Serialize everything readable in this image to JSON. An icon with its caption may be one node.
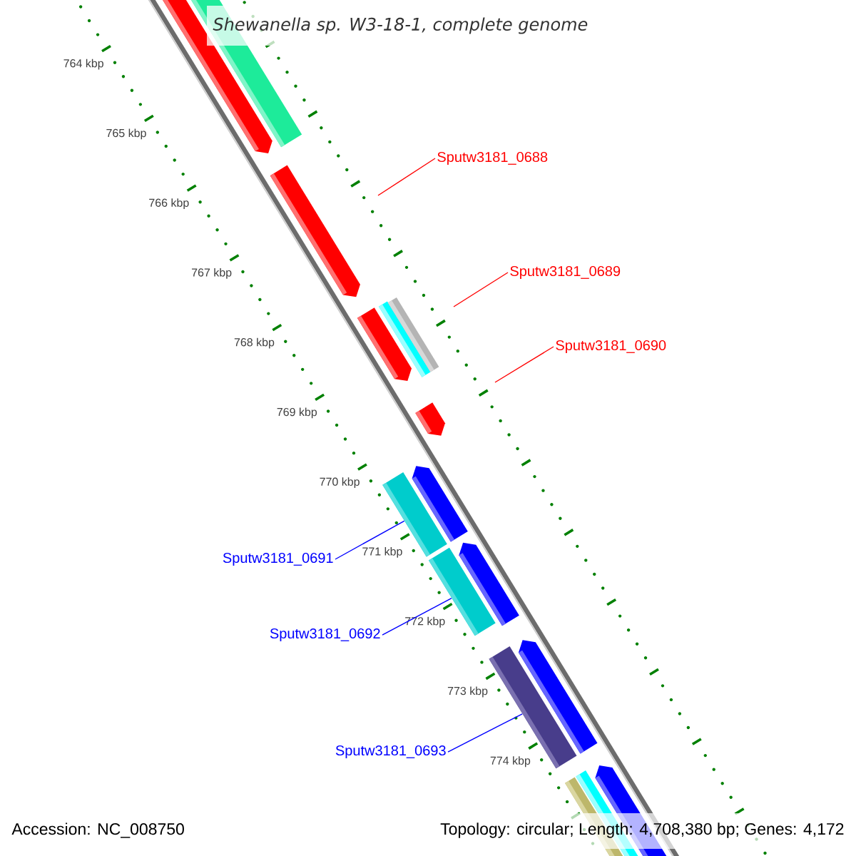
{
  "diagram": {
    "title": "Shewanella sp. W3-18-1, complete genome",
    "nodes": [
      {
        "text": [
          "Sputw3181_0688"
        ]
      },
      {
        "text": [
          "Sputw3181_0689"
        ]
      },
      {
        "text": [
          "Sputw3181_0690"
        ]
      },
      {
        "text": [
          "Sputw3181_0691"
        ]
      },
      {
        "text": [
          "Sputw3181_0692"
        ]
      },
      {
        "text": [
          "Sputw3181_0693"
        ]
      },
      {
        "text": [],
        "shape": "bar"
      },
      {
        "text": [],
        "shape": "bar"
      },
      {
        "text": [],
        "shape": "bar"
      }
    ],
    "edges": [
      {
        "from": 0,
        "to": null,
        "arrow": "none",
        "color": "#ff0000"
      },
      {
        "from": 1,
        "to": null,
        "arrow": "none",
        "color": "#ff0000"
      },
      {
        "from": 2,
        "to": null,
        "arrow": "none",
        "color": "#ff0000"
      },
      {
        "from": 3,
        "to": 6,
        "arrow": "none",
        "color": "#0000ff"
      },
      {
        "from": 4,
        "to": 7,
        "arrow": "none",
        "color": "#0000ff"
      },
      {
        "from": 5,
        "to": 8,
        "arrow": "none",
        "color": "#0000ff"
      }
    ],
    "labels": [
      "764 kbp",
      "765 kbp",
      "766 kbp",
      "767 kbp",
      "768 kbp",
      "769 kbp",
      "770 kbp",
      "771 kbp",
      "772 kbp",
      "773 kbp",
      "774 kbp",
      "Accession: NC_008750",
      "Topology: circular; Length: 4,708,380 bp; Genes: 4,172"
    ]
  }
}
